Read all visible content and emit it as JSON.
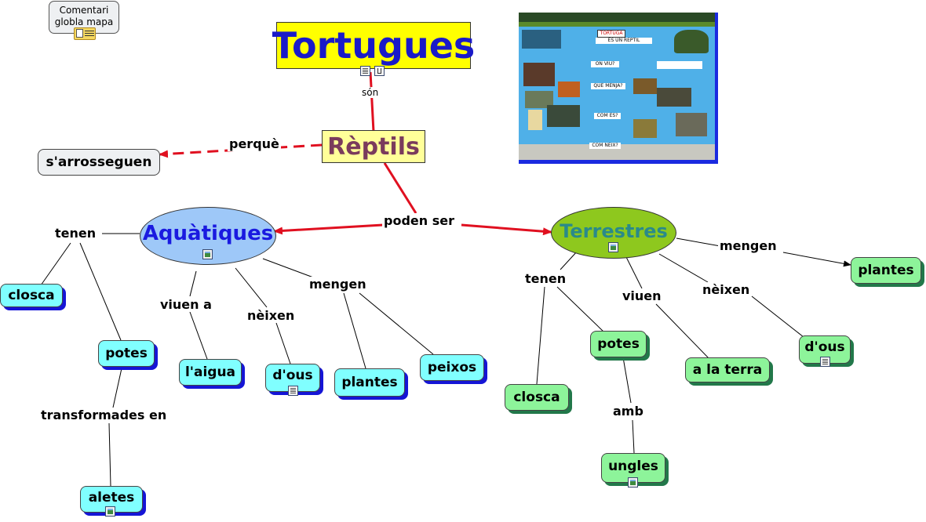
{
  "comment_box": {
    "text": "Comentari\nglobla mapa"
  },
  "title": "Tortugues",
  "nodes": {
    "reptils": "Rèptils",
    "arrosseguen": "s'arrosseguen",
    "aquatiques": "Aquàtiques",
    "terrestres": "Terrestres",
    "closca_a": "closca",
    "potes_a": "potes",
    "aletes": "aletes",
    "aigua": "l'aigua",
    "dous_a": "d'ous",
    "plantes_a": "plantes",
    "peixos": "peixos",
    "closca_t": "closca",
    "potes_t": "potes",
    "ungles": "ungles",
    "terra": "a la terra",
    "dous_t": "d'ous",
    "plantes_t": "plantes"
  },
  "links": {
    "son": "són",
    "perque": "perquè",
    "poden_ser": "poden ser",
    "tenen_a": "tenen",
    "viuen_a": "viuen a",
    "neixen_a": "nèixen",
    "mengen_a": "mengen",
    "transformades": "transformades en",
    "tenen_t": "tenen",
    "viuen_t": "viuen",
    "neixen_t": "nèixen",
    "mengen_t": "mengen",
    "amb": "amb"
  },
  "photo": {
    "sign_title": "TORTUGA",
    "signs": [
      "ÉS UN REPTIL",
      "ON VIU?",
      "QUÈ MENJA?",
      "COM ÉS?",
      "COM NEIX?"
    ]
  },
  "colors": {
    "title_bg": "#ffff00",
    "title_text": "#1a1ac8",
    "reptils_bg": "#ffff99",
    "reptils_text": "#7a3b5c",
    "aquatiques_bg": "#9ec8f8",
    "aquatiques_text": "#1a1ae0",
    "terrestres_bg": "#8ec81e",
    "terrestres_text": "#2a8a8a",
    "red_line": "#e01020"
  }
}
